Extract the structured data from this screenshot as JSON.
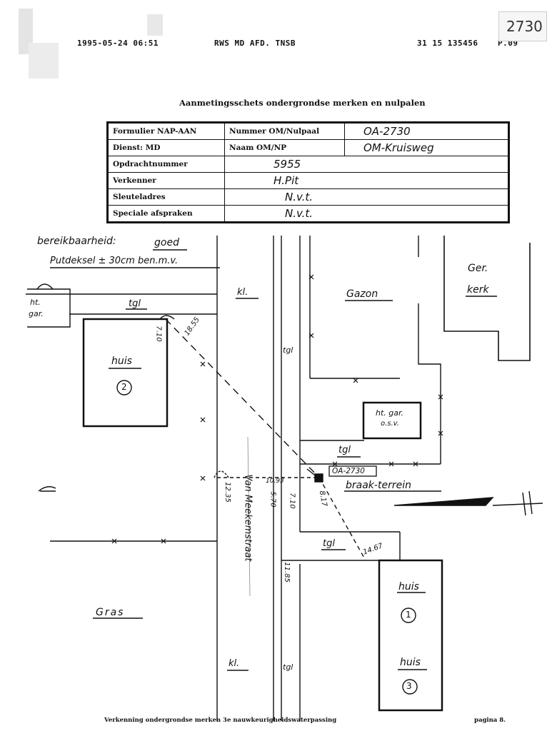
{
  "fax_header": {
    "datetime": "1995-05-24  06:51",
    "sender": "RWS MD AFD. TNSB",
    "phone": "31 15 135456",
    "page": "P.09"
  },
  "stamp_number": "2730",
  "doc_title": "Aanmetingsschets ondergrondse merken en nulpalen",
  "form": {
    "formulier_label": "Formulier NAP-AAN",
    "nummer_label": "Nummer OM/Nulpaal",
    "nummer_value": "OA-2730",
    "dienst_label": "Dienst: MD",
    "naam_label": "Naam OM/NP",
    "naam_value": "OM-Kruisweg",
    "opdracht_label": "Opdrachtnummer",
    "opdracht_value": "5955",
    "verkenner_label": "Verkenner",
    "verkenner_value": "H.Pit",
    "sleutel_label": "Sleuteladres",
    "sleutel_value": "N.v.t.",
    "speciale_label": "Speciale afspraken",
    "speciale_value": "N.v.t."
  },
  "notes": {
    "bereikbaar_prefix": "bereikbaarheid:",
    "bereikbaar_value": "goed",
    "putdeksel": "Putdeksel ± 30cm ben.m.v."
  },
  "sketch": {
    "ht_gar_left": [
      "ht.",
      "gar."
    ],
    "kl_top": "kl.",
    "gazon": "Gazon",
    "ger_kerk": [
      "Ger.",
      "kerk"
    ],
    "tgl_top": "tgl",
    "tgl_vert": "tgl",
    "huis_left": "huis",
    "huis_left_num": "2",
    "dim_710_left": "7.10",
    "dim_1855": "18.55",
    "ht_gar_osv": [
      "ht. gar.",
      "o.s.v."
    ],
    "tgl_mid": "tgl",
    "om_label": "OA-2730",
    "braak": "braak-terrein",
    "street_name": "Van Meekemstraat",
    "dim_1235": "12.35",
    "dim_1093": "10.93",
    "dim_570": "5.70",
    "dim_710_mid": "7.10",
    "dim_817": "8.17",
    "tgl_low": "tgl",
    "dim_1467": "14.67",
    "dim_1185": "11.85",
    "huis1": "huis",
    "huis1_num": "1",
    "gras": "Gras",
    "kl_bottom": "kl.",
    "tgl_bottom": "tgl",
    "huis3": "huis",
    "huis3_num": "3"
  },
  "footer": {
    "text": "Verkenning ondergrondse merken 3e nauwkeurigheidswaterpassing",
    "page": "pagina 8."
  }
}
